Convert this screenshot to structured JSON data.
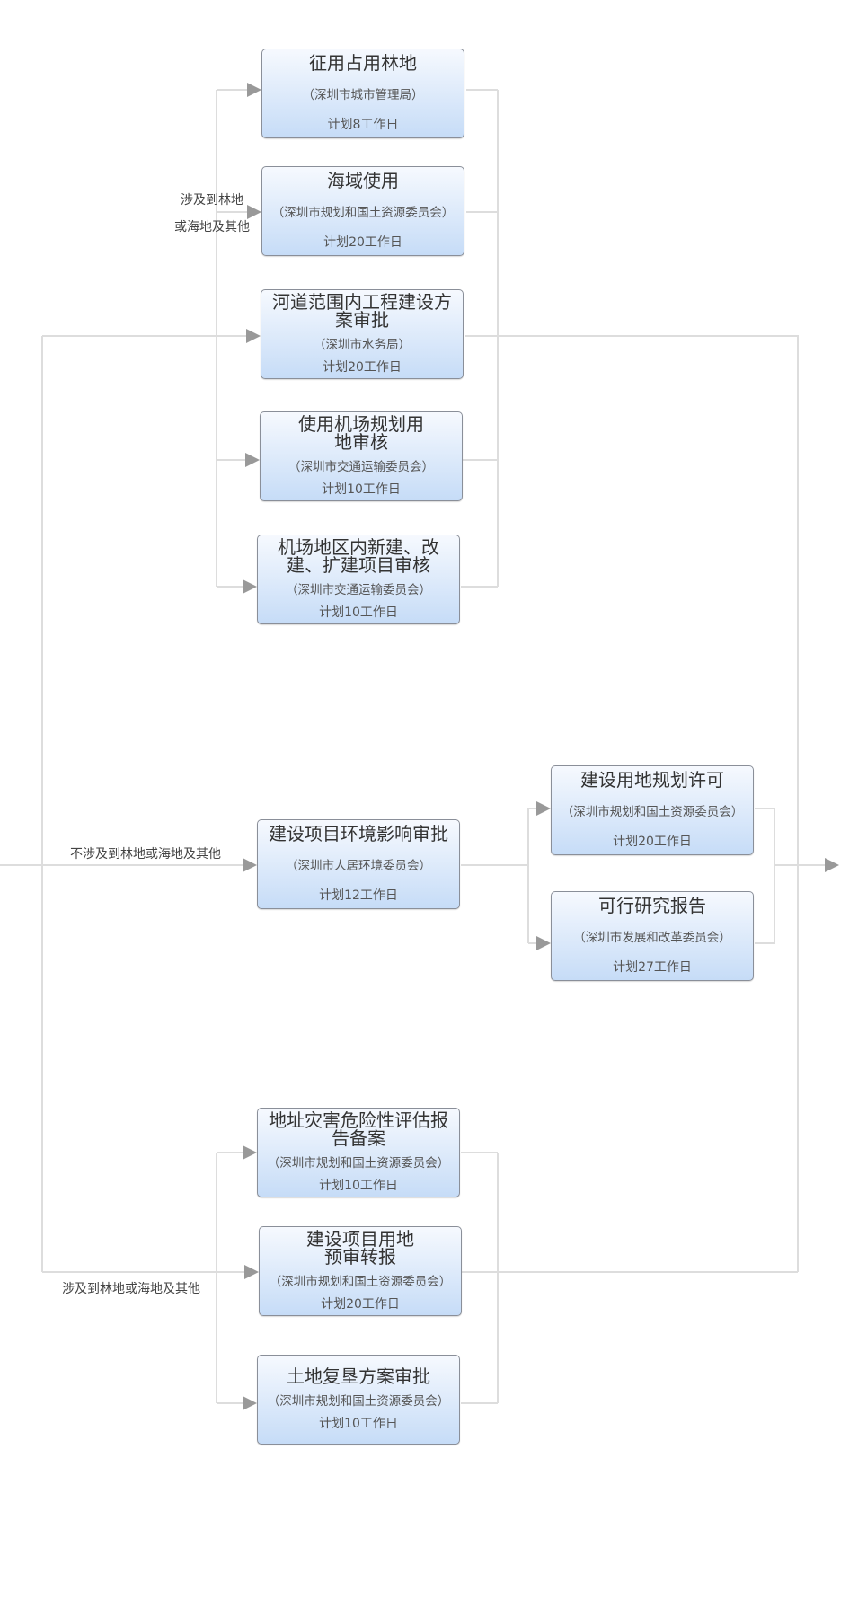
{
  "nodes": [
    {
      "title": "征用占用林地",
      "org": "（深圳市城市管理局）",
      "days": "计划8工作日"
    },
    {
      "title": "海域使用",
      "org": "（深圳市规划和国土资源委员会）",
      "days": "计划20工作日"
    },
    {
      "title": "河道范围内工程建设方案审批",
      "org": "（深圳市水务局）",
      "days": "计划20工作日"
    },
    {
      "title": "使用机场规划用地审核",
      "org": "（深圳市交通运输委员会）",
      "days": "计划10工作日"
    },
    {
      "title": "机场地区内新建、改建、扩建项目审核",
      "org": "（深圳市交通运输委员会）",
      "days": "计划10工作日"
    },
    {
      "title": "建设项目环境影响审批",
      "org": "（深圳市人居环境委员会）",
      "days": "计划12工作日"
    },
    {
      "title": "建设用地规划许可",
      "org": "（深圳市规划和国土资源委员会）",
      "days": "计划20工作日"
    },
    {
      "title": "可行研究报告",
      "org": "（深圳市发展和改革委员会）",
      "days": "计划27工作日"
    },
    {
      "title": "地址灾害危险性评估报告备案",
      "org": "（深圳市规划和国土资源委员会）",
      "days": "计划10工作日"
    },
    {
      "title": "建设项目用地预审转报",
      "org": "（深圳市规划和国土资源委员会）",
      "days": "计划20工作日"
    },
    {
      "title": "土地复垦方案审批",
      "org": "（深圳市规划和国土资源委员会）",
      "days": "计划10工作日"
    }
  ],
  "labels": {
    "top_1": "涉及到林地",
    "top_2": "或海地及其他",
    "middle": "不涉及到林地或海地及其他",
    "bottom": "涉及到林地或海地及其他"
  }
}
